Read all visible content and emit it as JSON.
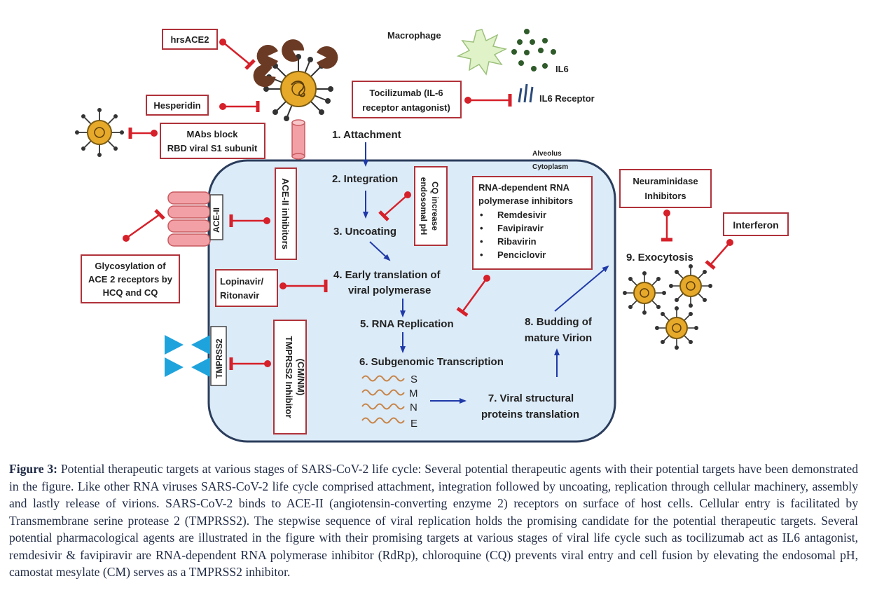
{
  "stages": {
    "s1": "1. Attachment",
    "s2": "2. Integration",
    "s3": "3. Uncoating",
    "s4a": "4. Early translation of",
    "s4b": "viral polymerase",
    "s5": "5. RNA Replication",
    "s6": "6. Subgenomic Transcription",
    "s7a": "7. Viral structural",
    "s7b": "proteins translation",
    "s8a": "8. Budding of",
    "s8b": "mature Virion",
    "s9": "9. Exocytosis"
  },
  "labels": {
    "alveolus": "Alveolus",
    "cytoplasm": "Cytoplasm",
    "macrophage": "Macrophage",
    "il6": "IL6",
    "il6_receptor": "IL6 Receptor",
    "ace2_receptor": "ACE-II",
    "tmprss2_receptor": "TMPRSS2",
    "genes": [
      "S",
      "M",
      "N",
      "E"
    ]
  },
  "inhibitors": {
    "hrsace2": "hrsACE2",
    "hesperidin": "Hesperidin",
    "mabs_1": "MAbs block",
    "mabs_2": "RBD viral S1 subunit",
    "tocilizumab_1": "Tocilizumab (IL-6",
    "tocilizumab_2": "receptor antagonist)",
    "ace2_inhibitors": "ACE-II inhibitors",
    "cq_1": "CQ increase",
    "cq_2": "endosomal pH",
    "rdrp_title_1": "RNA-dependent RNA",
    "rdrp_title_2": "polymerase inhibitors",
    "rdrp_list": [
      "Remdesivir",
      "Favipiravir",
      "Ribavirin",
      "Penciclovir"
    ],
    "neuraminidase_1": "Neuraminidase",
    "neuraminidase_2": "Inhibitors",
    "interferon": "Interferon",
    "glycosylation_1": "Glycosylation of",
    "glycosylation_2": "ACE 2 receptors by",
    "glycosylation_3": "HCQ and CQ",
    "lopinavir_1": "Lopinavir/",
    "lopinavir_2": "Ritonavir",
    "tmprss2_inhibitor_1": "TMPRSS2 Inhibitor",
    "tmprss2_inhibitor_2": "(CM/NM)"
  },
  "caption": {
    "label": "Figure 3:",
    "text": " Potential therapeutic targets at various stages of SARS-CoV-2 life cycle: Several potential therapeutic agents with their potential targets have been demonstrated in the figure. Like other RNA viruses SARS-CoV-2 life cycle comprised attachment, integration followed by uncoating, replication through cellular machinery, assembly and lastly release of virions. SARS-CoV-2 binds to ACE-II (angiotensin-converting enzyme 2) receptors on surface of host cells. Cellular entry is facilitated by Transmembrane serine protease 2 (TMPRSS2). The stepwise sequence of viral replication holds the promising candidate for the potential therapeutic targets. Several potential pharmacological agents are illustrated in the figure with their promising targets at various stages of viral life cycle such as tocilizumab act as IL6 antagonist, remdesivir & favipiravir are RNA-dependent RNA polymerase inhibitor (RdRp), chloroquine (CQ) prevents viral entry and cell fusion by elevating the endosomal pH, camostat mesylate (CM) serves as a TMPRSS2 inhibitor."
  },
  "colors": {
    "cell_fill": "#dcebf8",
    "cell_border": "#2b3d5c",
    "arrow": "#1f3aa8",
    "inhibitor_red": "#d6202a",
    "box_border": "#b0323a",
    "virus_body": "#e7a92a",
    "receptor_pink": "#f2a0a5",
    "tmprss2_blue": "#1fa3dc",
    "macrophage_green": "#dff2c8",
    "il6_dots": "#2f5a2a"
  }
}
